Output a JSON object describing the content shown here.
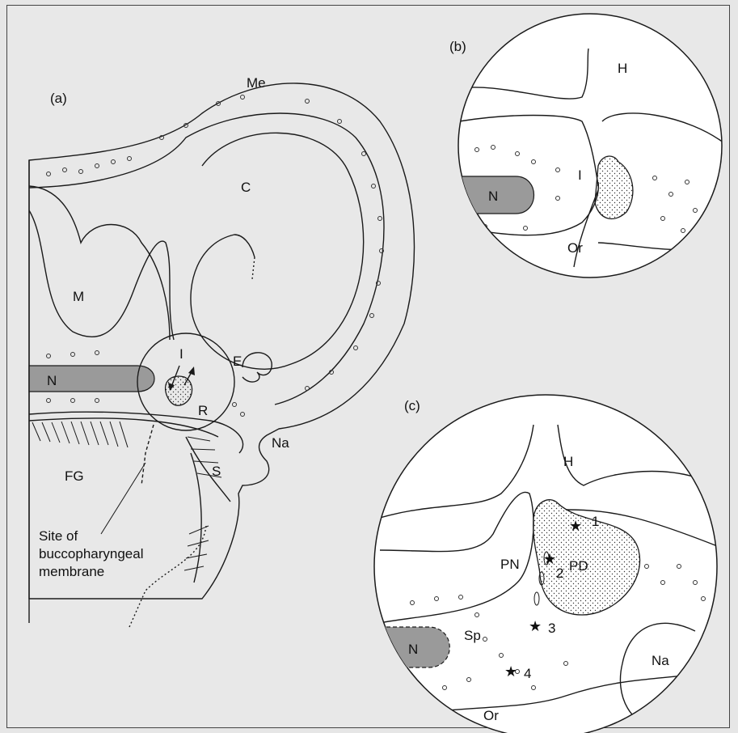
{
  "panels": {
    "a": {
      "tag": "(a)",
      "labels": {
        "Me": "Me",
        "C": "C",
        "M": "M",
        "N": "N",
        "I": "I",
        "E": "E",
        "R": "R",
        "Na": "Na",
        "S": "S",
        "FG": "FG"
      },
      "callout": [
        "Site of",
        "buccopharyngeal",
        "membrane"
      ]
    },
    "b": {
      "tag": "(b)",
      "labels": {
        "H": "H",
        "N": "N",
        "I": "I",
        "Or": "Or"
      }
    },
    "c": {
      "tag": "(c)",
      "labels": {
        "H": "H",
        "PN": "PN",
        "PD": "PD",
        "N": "N",
        "Sp": "Sp",
        "Na": "Na",
        "Or": "Or",
        "n1": "1",
        "n2": "2",
        "n3": "3",
        "n4": "4"
      }
    }
  },
  "colors": {
    "notochord": "#9a9a9a",
    "background": "#e8e8e8",
    "tissue": "#ffffff"
  }
}
